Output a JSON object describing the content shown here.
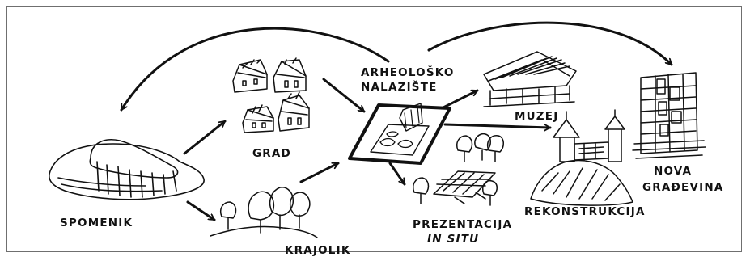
{
  "labels": {
    "spomenik": "SPOMENIK",
    "grad": "GRAD",
    "krajolik": "KRAJOLIK",
    "arheolosko_line1": "ARHEOLOŠKO",
    "arheolosko_line2": "NALAZIŠTE",
    "muzej": "MUZEJ",
    "prezentacija_line1": "PREZENTACIJA",
    "prezentacija_line2": "IN SITU",
    "rekonstrukcija": "REKONSTRUKCIJA",
    "nova_line1": "NOVA",
    "nova_line2": "GRAĐEVINA"
  },
  "colors": {
    "ink": "#111111",
    "frame": "#6f6f6f",
    "background": "#ffffff"
  }
}
